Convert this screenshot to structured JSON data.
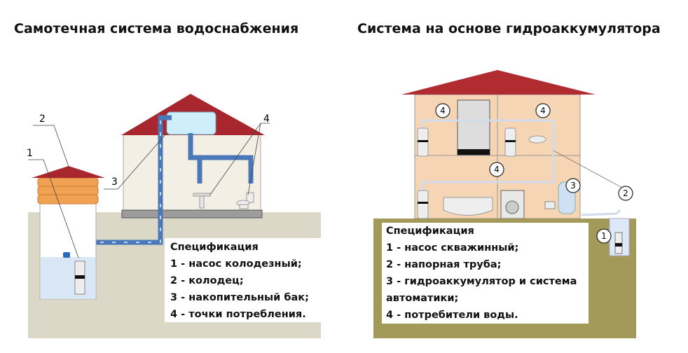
{
  "left": {
    "title": "Самотечная система водоснабжения",
    "callouts": [
      "1",
      "2",
      "3",
      "4"
    ],
    "spec": {
      "heading": "Спецификация",
      "items": [
        "1 - насос колодезный;",
        "2 - колодец;",
        "3 - накопительный бак;",
        "4 - точки потребления."
      ]
    }
  },
  "right": {
    "title": "Система на основе гидроаккумулятора",
    "callouts": [
      "1",
      "2",
      "3",
      "4"
    ],
    "spec": {
      "heading": "Спецификация",
      "items": [
        "1 - насос скважинный;",
        "2 - напорная труба;",
        "3 - гидроаккумулятор и система",
        "автоматики;",
        "4 - потребители воды."
      ]
    }
  },
  "colors": {
    "roof": "#a8262e",
    "pipe": "#4a78b8",
    "ground_left": "#dcd8c8",
    "ground_right": "#a39a5a",
    "wall_right": "#f6d5b4"
  }
}
